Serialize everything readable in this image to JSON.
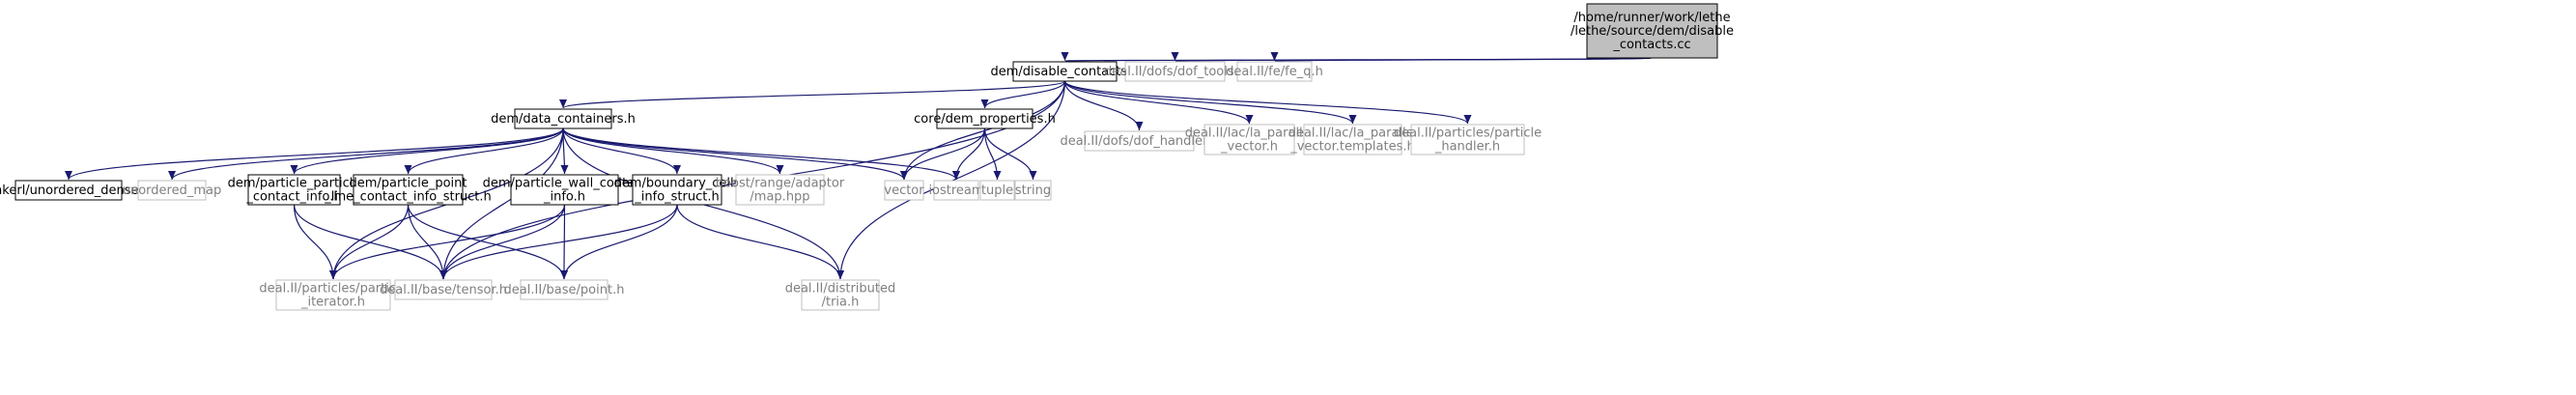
{
  "graph": {
    "colors": {
      "edge": "#191970",
      "root_fill": "#bfbfbf",
      "root_border": "#000000",
      "local_fill": "#ffffff",
      "local_border": "#000000",
      "external_border": "#bfbfbf",
      "external_text": "#7f7f7f"
    },
    "nodes": [
      {
        "id": "root",
        "kind": "root",
        "lines": [
          "/home/runner/work/lethe",
          "/lethe/source/dem/disable",
          "_contacts.cc"
        ]
      },
      {
        "id": "disable_contacts_h",
        "kind": "local",
        "lines": [
          "dem/disable_contacts.h"
        ]
      },
      {
        "id": "dof_tools",
        "kind": "external",
        "lines": [
          "deal.II/dofs/dof_tools.h"
        ]
      },
      {
        "id": "fe_q",
        "kind": "external",
        "lines": [
          "deal.II/fe/fe_q.h"
        ]
      },
      {
        "id": "data_containers",
        "kind": "local",
        "lines": [
          "dem/data_containers.h"
        ]
      },
      {
        "id": "dem_properties",
        "kind": "local",
        "lines": [
          "core/dem_properties.h"
        ]
      },
      {
        "id": "dof_handler",
        "kind": "external",
        "lines": [
          "deal.II/dofs/dof_handler.h"
        ]
      },
      {
        "id": "la_parallel_vector",
        "kind": "external",
        "lines": [
          "deal.II/lac/la_parallel",
          "_vector.h"
        ]
      },
      {
        "id": "la_parallel_vector_templates",
        "kind": "external",
        "lines": [
          "deal.II/lac/la_parallel",
          "_vector.templates.h"
        ]
      },
      {
        "id": "particle_handler",
        "kind": "external",
        "lines": [
          "deal.II/particles/particle",
          "_handler.h"
        ]
      },
      {
        "id": "unordered_dense",
        "kind": "local",
        "lines": [
          "ankerl/unordered_dense.h"
        ]
      },
      {
        "id": "unordered_map",
        "kind": "external",
        "lines": [
          "unordered_map"
        ]
      },
      {
        "id": "particle_particle",
        "kind": "local",
        "lines": [
          "dem/particle_particle",
          "_contact_info.h"
        ]
      },
      {
        "id": "particle_point_line",
        "kind": "local",
        "lines": [
          "dem/particle_point",
          "_line_contact_info_struct.h"
        ]
      },
      {
        "id": "particle_wall",
        "kind": "local",
        "lines": [
          "dem/particle_wall_contact",
          "_info.h"
        ]
      },
      {
        "id": "boundary_cells",
        "kind": "local",
        "lines": [
          "dem/boundary_cells",
          "_info_struct.h"
        ]
      },
      {
        "id": "boost_map",
        "kind": "external",
        "lines": [
          "boost/range/adaptor",
          "/map.hpp"
        ]
      },
      {
        "id": "vector",
        "kind": "external",
        "lines": [
          "vector"
        ]
      },
      {
        "id": "iostream",
        "kind": "external",
        "lines": [
          "iostream"
        ]
      },
      {
        "id": "tuple",
        "kind": "external",
        "lines": [
          "tuple"
        ]
      },
      {
        "id": "string",
        "kind": "external",
        "lines": [
          "string"
        ]
      },
      {
        "id": "particle_iterator",
        "kind": "external",
        "lines": [
          "deal.II/particles/particle",
          "_iterator.h"
        ]
      },
      {
        "id": "tensor",
        "kind": "external",
        "lines": [
          "deal.II/base/tensor.h"
        ]
      },
      {
        "id": "point",
        "kind": "external",
        "lines": [
          "deal.II/base/point.h"
        ]
      },
      {
        "id": "tria",
        "kind": "external",
        "lines": [
          "deal.II/distributed",
          "/tria.h"
        ]
      }
    ],
    "edges": [
      [
        "root",
        "disable_contacts_h"
      ],
      [
        "root",
        "dof_tools"
      ],
      [
        "root",
        "fe_q"
      ],
      [
        "disable_contacts_h",
        "data_containers"
      ],
      [
        "disable_contacts_h",
        "dem_properties"
      ],
      [
        "disable_contacts_h",
        "dof_handler"
      ],
      [
        "disable_contacts_h",
        "la_parallel_vector"
      ],
      [
        "disable_contacts_h",
        "la_parallel_vector_templates"
      ],
      [
        "disable_contacts_h",
        "particle_handler"
      ],
      [
        "disable_contacts_h",
        "vector"
      ],
      [
        "disable_contacts_h",
        "tensor"
      ],
      [
        "disable_contacts_h",
        "tria"
      ],
      [
        "data_containers",
        "unordered_dense"
      ],
      [
        "data_containers",
        "unordered_map"
      ],
      [
        "data_containers",
        "particle_particle"
      ],
      [
        "data_containers",
        "particle_point_line"
      ],
      [
        "data_containers",
        "particle_wall"
      ],
      [
        "data_containers",
        "boundary_cells"
      ],
      [
        "data_containers",
        "boost_map"
      ],
      [
        "data_containers",
        "vector"
      ],
      [
        "data_containers",
        "iostream"
      ],
      [
        "data_containers",
        "particle_iterator"
      ],
      [
        "data_containers",
        "tensor"
      ],
      [
        "data_containers",
        "tria"
      ],
      [
        "dem_properties",
        "vector"
      ],
      [
        "dem_properties",
        "iostream"
      ],
      [
        "dem_properties",
        "tuple"
      ],
      [
        "dem_properties",
        "string"
      ],
      [
        "particle_particle",
        "particle_iterator"
      ],
      [
        "particle_particle",
        "tensor"
      ],
      [
        "particle_point_line",
        "particle_iterator"
      ],
      [
        "particle_point_line",
        "tensor"
      ],
      [
        "particle_point_line",
        "point"
      ],
      [
        "particle_wall",
        "particle_iterator"
      ],
      [
        "particle_wall",
        "tensor"
      ],
      [
        "particle_wall",
        "point"
      ],
      [
        "boundary_cells",
        "tensor"
      ],
      [
        "boundary_cells",
        "point"
      ],
      [
        "boundary_cells",
        "tria"
      ]
    ]
  }
}
